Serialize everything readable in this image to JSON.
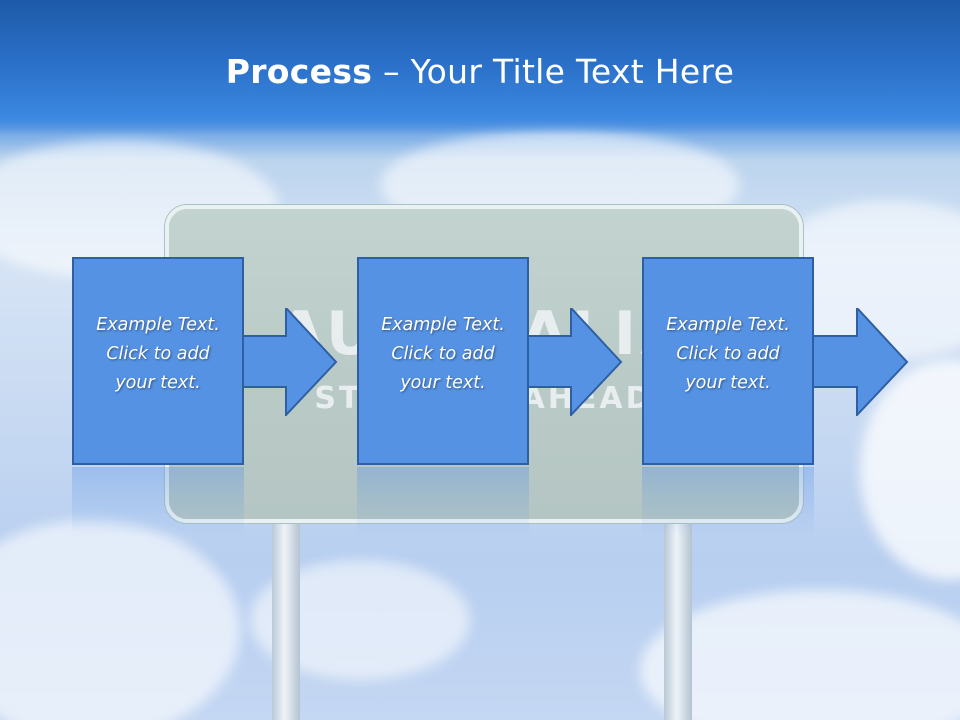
{
  "slide": {
    "title_bold": "Process",
    "title_rest": " – Your Title Text Here"
  },
  "sign": {
    "main_text": "AUSTRALIA",
    "sub_text": "STRAIGHT AHEAD"
  },
  "steps": [
    {
      "text": "Example Text.\nClick  to add\nyour text."
    },
    {
      "text": "Example Text.\nClick  to add\nyour text."
    },
    {
      "text": "Example Text.\nClick  to add\nyour text."
    }
  ],
  "colors": {
    "box_fill": "#5592e4",
    "box_border": "#2e5fa3",
    "header": "#2a6fc7"
  }
}
